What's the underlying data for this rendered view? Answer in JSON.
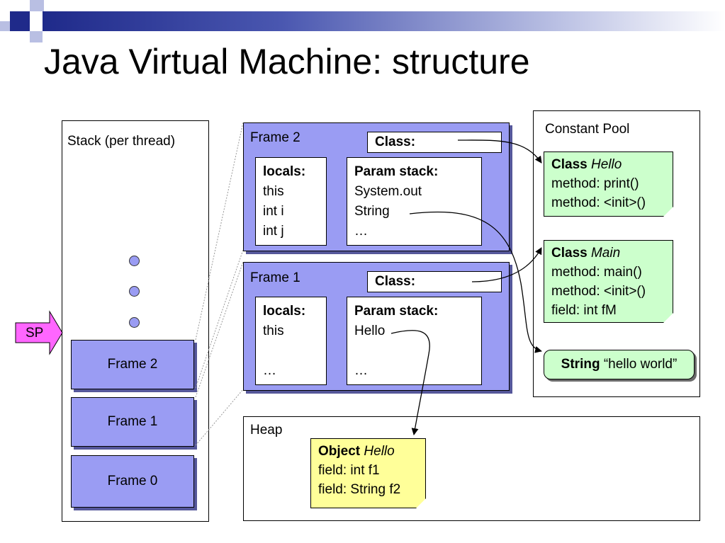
{
  "title": "Java Virtual Machine: structure",
  "stack": {
    "label": "Stack (per thread)",
    "sp_label": "SP",
    "frames": [
      "Frame 2",
      "Frame 1",
      "Frame 0"
    ]
  },
  "frame2": {
    "label": "Frame 2",
    "class_label": "Class:",
    "locals_header": "locals:",
    "locals": [
      "this",
      "int i",
      "int j"
    ],
    "params_header": "Param stack:",
    "params": [
      "System.out",
      "String",
      "…"
    ]
  },
  "frame1": {
    "label": "Frame 1",
    "class_label": "Class:",
    "locals_header": "locals:",
    "locals": [
      "this",
      "",
      "…"
    ],
    "params_header": "Param stack:",
    "params": [
      "Hello",
      "",
      "…"
    ]
  },
  "constant_pool": {
    "label": "Constant Pool",
    "class_hello": {
      "kw": "Class",
      "name": "Hello",
      "lines": [
        "method: print()",
        "method: <init>()"
      ]
    },
    "class_main": {
      "kw": "Class",
      "name": "Main",
      "lines": [
        "method: main()",
        "method: <init>()",
        "field: int fM"
      ]
    },
    "string": {
      "kw": "String",
      "value": "“hello world”"
    }
  },
  "heap": {
    "label": "Heap",
    "object": {
      "kw": "Object",
      "name": "Hello",
      "lines": [
        "field: int f1",
        "field: String f2"
      ]
    }
  },
  "colors": {
    "frame_fill": "#9a9cf3",
    "sp_fill": "#ff66ff",
    "note_green": "#ccffcc",
    "note_yellow": "#ffff99",
    "title_bar": "#1f2a8a"
  }
}
